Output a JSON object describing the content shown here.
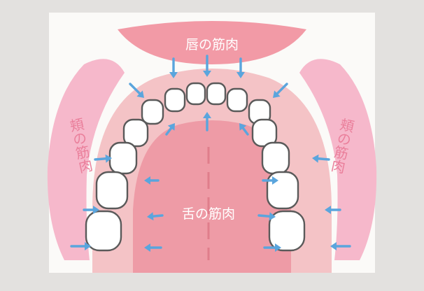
{
  "labels": {
    "lip": "唇の筋肉",
    "cheek_left": "頬の筋肉",
    "cheek_right": "頬の筋肉",
    "tongue": "舌の筋肉"
  },
  "colors": {
    "page_bg": "#e3e1df",
    "panel_bg": "#fbfaf8",
    "lip": "#f29aa6",
    "cheek": "#f6b8cb",
    "cheek_text": "#ea7f9b",
    "gum": "#f4c3c6",
    "tongue": "#ee9ba6",
    "tongue_line": "#e07d8b",
    "tooth_fill": "#ffffff",
    "tooth_stroke": "#5a5a5a",
    "arrow": "#5aa5dd"
  }
}
